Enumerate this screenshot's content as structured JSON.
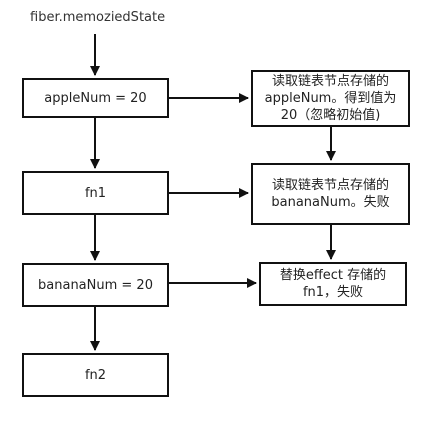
{
  "diagram": {
    "start_label": "fiber.memoziedState",
    "left_boxes": [
      "appleNum = 20",
      "fn1",
      "bananaNum = 20",
      "fn2"
    ],
    "right_boxes": [
      [
        "读取链表节点存储的",
        "appleNum。得到值为",
        "20（忽略初始值)"
      ],
      [
        "读取链表节点存储的",
        "bananaNum。失败"
      ],
      [
        "替换effect 存储的",
        "fn1，失败"
      ]
    ]
  }
}
